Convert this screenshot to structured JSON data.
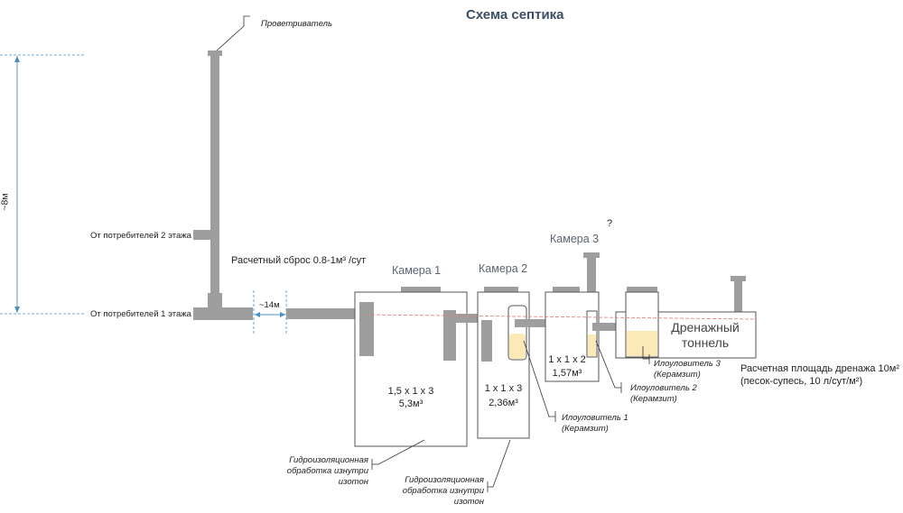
{
  "title": "Схема септика",
  "ventilator": "Проветриватель",
  "height_label": "~8м",
  "floor2_label": "От потребителей 2 этажа",
  "floor1_label": "От потребителей 1 этажа",
  "distance_label": "~14м",
  "flow_label": "Расчетный сброс 0.8-1м³ /сут",
  "question_mark": "?",
  "chambers": [
    {
      "name": "Камера 1",
      "size": "1,5 х 1 х 3",
      "volume": "5,3м³"
    },
    {
      "name": "Камера 2",
      "size": "1 х 1 х 3",
      "volume": "2,36м³"
    },
    {
      "name": "Камера 3",
      "size": "1 х 1 х 2",
      "volume": "1,57м³"
    }
  ],
  "drain_tunnel": {
    "line1": "Дренажный",
    "line2": "тоннель"
  },
  "drain_area": {
    "line1": "Расчетная площадь дренажа 10м²",
    "line2": "(песок-супесь, 10 л/сут/м²)"
  },
  "silt_traps": [
    {
      "line1": "Илоуловитель 1",
      "line2": "(Керамзит)"
    },
    {
      "line1": "Илоуловитель 2",
      "line2": "(Керамзит)"
    },
    {
      "line1": "Илоуловитель 3",
      "line2": "(Керамзит)"
    }
  ],
  "waterproofing": [
    {
      "line1": "Гидроизоляционная",
      "line2": "обработка изнутри",
      "line3": "изотон"
    },
    {
      "line1": "Гидроизоляционная",
      "line2": "обработка изнутри",
      "line3": "изотон"
    }
  ],
  "colors": {
    "pipe": "#9e9e9e",
    "filter": "#fbe9b7",
    "dim_line": "#4a90c2",
    "water_line": "#e07a7a",
    "outline": "#555555",
    "title": "#3b4e63"
  }
}
